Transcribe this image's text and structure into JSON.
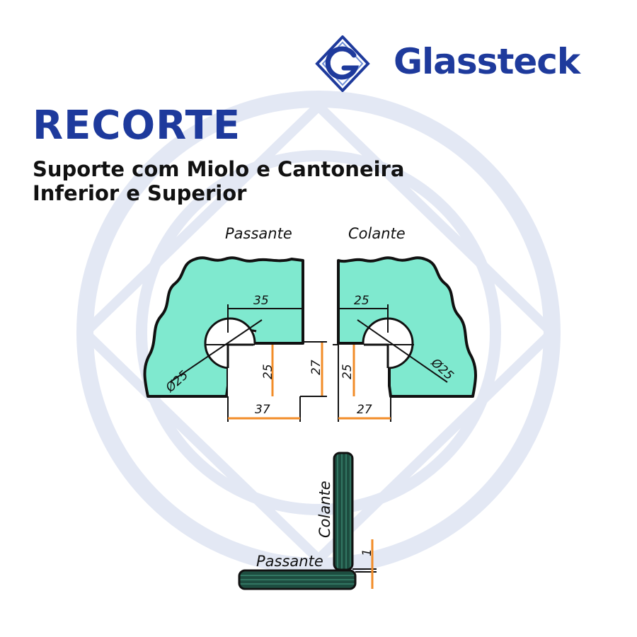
{
  "brand": {
    "name": "Glassteck",
    "color": "#1e3a9c"
  },
  "heading": {
    "title": "RECORTE",
    "subtitle_line1": "Suporte com Miolo e Cantoneira",
    "subtitle_line2": "Inferior e Superior"
  },
  "colors": {
    "glass": "#7fe9cf",
    "dimension": "#f28c28",
    "profile": "#1d4d40",
    "watermark": "#e3e8f4"
  },
  "cutouts": {
    "passante": {
      "label": "Passante",
      "width_top": "35",
      "diameter": "Ø25",
      "height_inner": "25",
      "height_outer": "27",
      "width_bottom": "37"
    },
    "colante": {
      "label": "Colante",
      "width_top": "25",
      "diameter": "Ø25",
      "height_inner": "25",
      "width_bottom": "27"
    }
  },
  "profile_section": {
    "vertical_label": "Colante",
    "horizontal_label": "Passante",
    "gap": "1"
  }
}
